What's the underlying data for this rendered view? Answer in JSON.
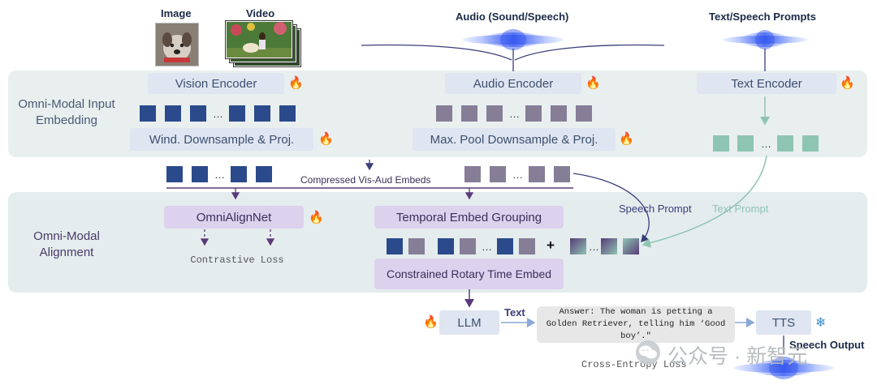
{
  "inputs": {
    "image_label": "Image",
    "video_label": "Video",
    "audio_label": "Audio (Sound/Speech)",
    "text_label": "Text/Speech Prompts"
  },
  "sections": {
    "input_embedding": "Omni-Modal Input Embedding",
    "alignment": "Omni-Modal Alignment"
  },
  "blocks": {
    "vision_encoder": "Vision Encoder",
    "audio_encoder": "Audio Encoder",
    "text_encoder": "Text Encoder",
    "wind_downsample": "Wind. Downsample & Proj.",
    "maxpool_downsample": "Max. Pool Downsample & Proj.",
    "omnialignnet": "OmniAlignNet",
    "temporal_grouping": "Temporal Embed Grouping",
    "rotary": "Constrained Rotary Time Embed",
    "llm": "LLM",
    "tts": "TTS"
  },
  "labels": {
    "compressed": "Compressed Vis-Aud Embeds",
    "contrastive_loss": "Contrastive Loss",
    "speech_prompt": "Speech Prompt",
    "text_prompt": "Text Prompt",
    "text_arrow": "Text",
    "answer": "Answer: The woman is petting a Golden Retriever, telling him ‘Good boy’.\"",
    "cross_entropy": "Cross-Entropy Loss",
    "speech_output": "Speech Output",
    "ellipsis": "…",
    "plus": "+",
    "watermark": "公众号 · 新智元"
  },
  "icons": {
    "trainable": "flame-icon",
    "frozen": "snowflake-icon"
  },
  "colors": {
    "vision_token": "#2a4a8c",
    "audio_token": "#857e96",
    "text_token": "#8dc4b2",
    "alignment_block": "#dcd2ee",
    "encoder_block": "#dfe6f2",
    "flame": "#d24a1a",
    "snowflake": "#3a8cc8",
    "waveform": "#4a6cf0"
  }
}
